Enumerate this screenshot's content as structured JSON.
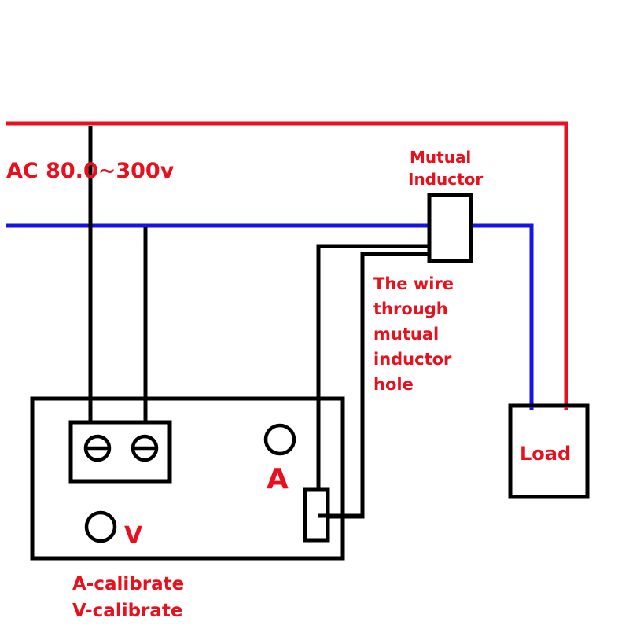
{
  "supply_label": "AC 80.0~300v",
  "mutual_inductor": {
    "line1": "Mutual",
    "line2": "Inductor"
  },
  "wire_note": [
    "The wire",
    "through",
    "mutual",
    "inductor",
    "hole"
  ],
  "load_label": "Load",
  "meter": {
    "ammeter_marker": "A",
    "voltmeter_marker": "V"
  },
  "calibration": {
    "a_label": "A-calibrate",
    "v_label": "V-calibrate"
  },
  "colors": {
    "live_wire": "#e8101c",
    "neutral_wire": "#1414e8",
    "signal_wire": "#000000",
    "label_red": "#e8101c"
  }
}
